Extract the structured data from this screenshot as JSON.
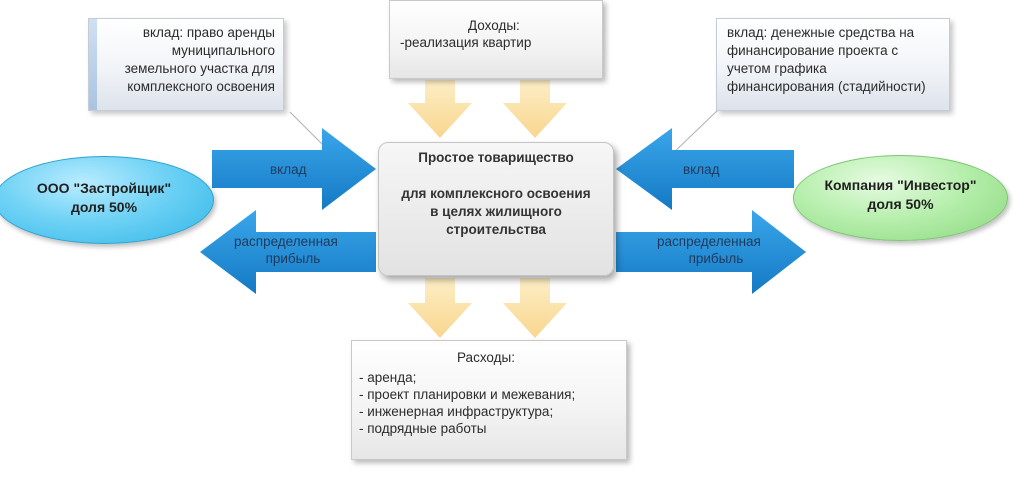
{
  "income_box": {
    "title": "Доходы:",
    "items": [
      "-реализация квартир"
    ]
  },
  "expenses_box": {
    "title": "Расходы:",
    "items": [
      "- аренда;",
      "- проект планировки и межевания;",
      "- инженерная инфраструктура;",
      "- подрядные работы"
    ]
  },
  "center_box": {
    "title": "Простое товарищество",
    "body_lines": [
      "для комплексного освоения",
      "в целях жилищного",
      "строительства"
    ]
  },
  "developer": {
    "name": "ООО \"Застройщик\"",
    "share": "доля 50%"
  },
  "investor": {
    "name": "Компания \"Инвестор\"",
    "share": "доля 50%"
  },
  "callout_left": {
    "lines": [
      "вклад: право аренды",
      "муниципального",
      "земельного участка для",
      "комплексного освоения"
    ]
  },
  "callout_right": {
    "lines": [
      "вклад: денежные средства на",
      "финансирование проекта с",
      "учетом графика",
      "финансирования (стадийности)"
    ]
  },
  "arrows": {
    "contribution_left": "вклад",
    "contribution_right": "вклад",
    "profit_left": [
      "распределенная",
      "прибыль"
    ],
    "profit_right": [
      "распределенная",
      "прибыль"
    ]
  },
  "colors": {
    "blue_arrow": "#1f8fd8",
    "yellow_arrow": "#fbe2a8",
    "developer_fill": "#5fcbf2",
    "investor_fill": "#b2ecaa"
  }
}
